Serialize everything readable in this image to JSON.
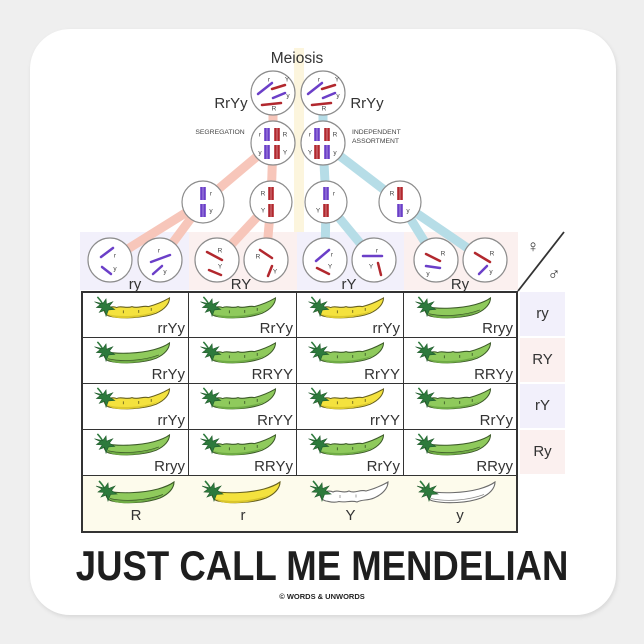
{
  "meiosis": {
    "title": "Meiosis",
    "parent_left_genotype": "RrYy",
    "parent_right_genotype": "RrYy",
    "segregation_label": "SEGREGATION",
    "independent_assortment_label": [
      "INDEPENDENT",
      "ASSORTMENT"
    ],
    "parent_left_alleles": [
      "r",
      "Y",
      "y",
      "R"
    ],
    "parent_right_alleles": [
      "r",
      "Y",
      "y",
      "R"
    ],
    "metaphase_left_alleles": [
      "r",
      "R",
      "y",
      "Y"
    ],
    "metaphase_right_alleles": [
      "r",
      "R",
      "Y",
      "y"
    ],
    "division_alleles": [
      [
        "r",
        "y"
      ],
      [
        "R",
        "Y"
      ],
      [
        "r",
        "Y"
      ],
      [
        "R",
        "y"
      ]
    ]
  },
  "gametes": {
    "labels": [
      "ry",
      "RY",
      "rY",
      "Ry"
    ],
    "cells": [
      [
        "r",
        "y"
      ],
      [
        "r",
        "y"
      ],
      [
        "R",
        "Y"
      ],
      [
        "R",
        "Y"
      ],
      [
        "r",
        "Y"
      ],
      [
        "r",
        "Y"
      ],
      [
        "R",
        "y"
      ],
      [
        "R",
        "y"
      ]
    ]
  },
  "punnett": {
    "female_symbol": "♀",
    "male_symbol": "♂",
    "row_headers": [
      "ry",
      "RY",
      "rY",
      "Ry"
    ],
    "rows": [
      {
        "cells": [
          {
            "genotype": "rrYy",
            "pod": "pod-yellow-constricted"
          },
          {
            "genotype": "RrYy",
            "pod": "pod-green-constricted"
          },
          {
            "genotype": "rrYy",
            "pod": "pod-yellow-constricted"
          },
          {
            "genotype": "Rryy",
            "pod": "pod-green-smooth"
          }
        ]
      },
      {
        "cells": [
          {
            "genotype": "RrYy",
            "pod": "pod-green-smooth"
          },
          {
            "genotype": "RRYY",
            "pod": "pod-green-constricted"
          },
          {
            "genotype": "RrYY",
            "pod": "pod-green-constricted"
          },
          {
            "genotype": "RRYy",
            "pod": "pod-green-constricted"
          }
        ]
      },
      {
        "cells": [
          {
            "genotype": "rrYy",
            "pod": "pod-yellow-constricted"
          },
          {
            "genotype": "RrYY",
            "pod": "pod-green-constricted"
          },
          {
            "genotype": "rrYY",
            "pod": "pod-yellow-constricted"
          },
          {
            "genotype": "RrYy",
            "pod": "pod-green-constricted"
          }
        ]
      },
      {
        "cells": [
          {
            "genotype": "Rryy",
            "pod": "pod-green-smooth"
          },
          {
            "genotype": "RRYy",
            "pod": "pod-green-constricted"
          },
          {
            "genotype": "RrYy",
            "pod": "pod-green-constricted"
          },
          {
            "genotype": "RRyy",
            "pod": "pod-green-smooth"
          }
        ]
      }
    ],
    "key": [
      {
        "allele": "R",
        "pod": "pod-green-smooth"
      },
      {
        "allele": "r",
        "pod": "pod-yellow-smooth"
      },
      {
        "allele": "Y",
        "pod": "pod-white-constricted"
      },
      {
        "allele": "y",
        "pod": "pod-white-smooth"
      }
    ]
  },
  "footer": {
    "title": "JUST CALL ME MENDELIAN",
    "copyright": "© WORDS & UNWORDS"
  },
  "colors": {
    "chromosome_purple": "#6b3fc8",
    "chromosome_red": "#b2282e",
    "segregation_path": "#f7c6ba",
    "assortment_path": "#b6dde7",
    "pod_green": "#8fca5c",
    "pod_yellow": "#f4e23e",
    "calyx_green": "#2d7a3c",
    "band_lavender": "#f2f0fb",
    "band_pink": "#fbf0ef",
    "key_row_cream": "#fdfbec"
  }
}
